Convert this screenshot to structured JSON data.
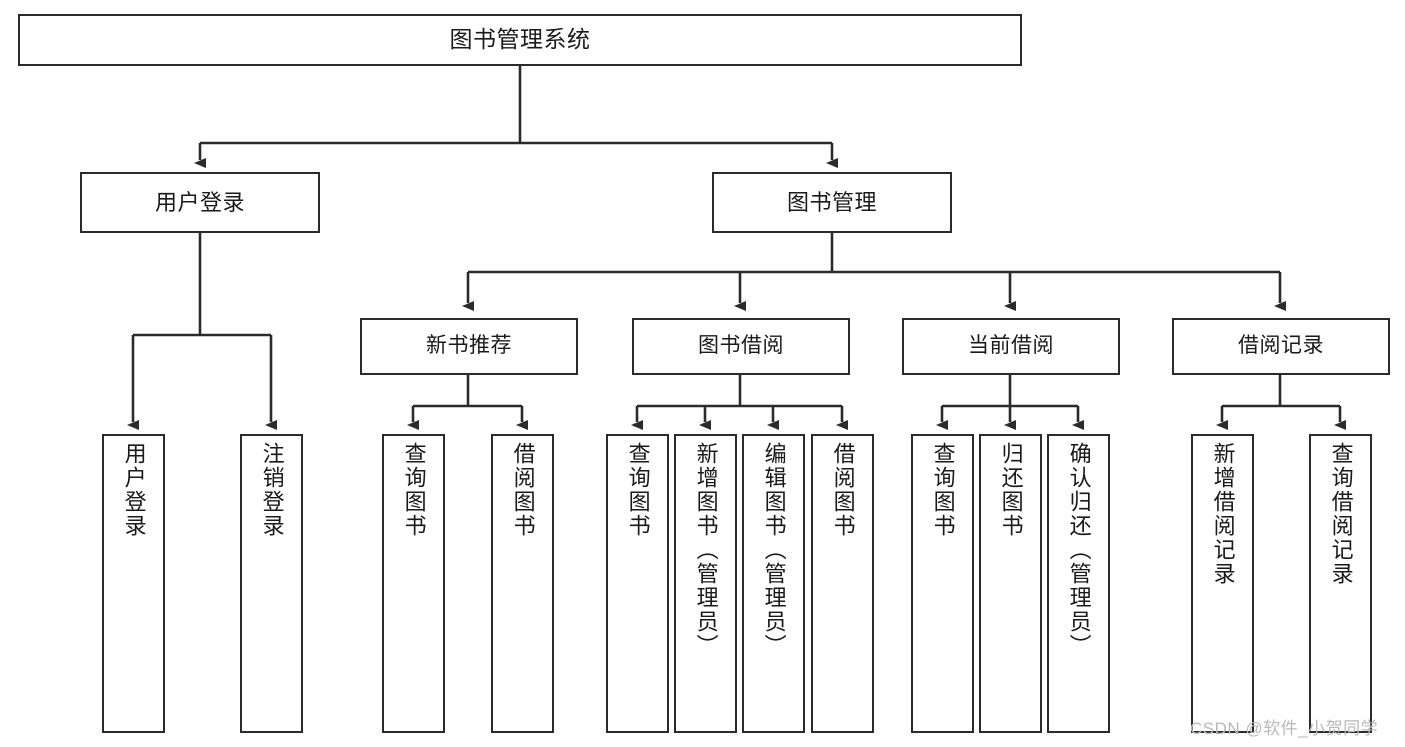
{
  "diagram": {
    "title": "图书管理系统",
    "type": "tree-hierarchy",
    "watermark": "CSDN @软件_小贺同学",
    "colors": {
      "stroke": "#2b2b2b",
      "fill": "#ffffff",
      "text": "#1a1a1a",
      "watermark": "#b9b9b9"
    },
    "root": {
      "label": "图书管理系统"
    },
    "level2": [
      {
        "label": "用户登录"
      },
      {
        "label": "图书管理"
      }
    ],
    "level3": [
      {
        "label": "新书推荐"
      },
      {
        "label": "图书借阅"
      },
      {
        "label": "当前借阅"
      },
      {
        "label": "借阅记录"
      }
    ],
    "leaves": [
      {
        "label": "用户登录",
        "parent": "用户登录"
      },
      {
        "label": "注销登录",
        "parent": "用户登录"
      },
      {
        "label": "查询图书",
        "parent": "新书推荐"
      },
      {
        "label": "借阅图书",
        "parent": "新书推荐"
      },
      {
        "label": "查询图书",
        "parent": "图书借阅"
      },
      {
        "label": "新增图书（管理员）",
        "parent": "图书借阅"
      },
      {
        "label": "编辑图书（管理员）",
        "parent": "图书借阅"
      },
      {
        "label": "借阅图书",
        "parent": "图书借阅"
      },
      {
        "label": "查询图书",
        "parent": "当前借阅"
      },
      {
        "label": "归还图书",
        "parent": "当前借阅"
      },
      {
        "label": "确认归还（管理员）",
        "parent": "当前借阅"
      },
      {
        "label": "新增借阅记录",
        "parent": "借阅记录"
      },
      {
        "label": "查询借阅记录",
        "parent": "借阅记录"
      }
    ]
  }
}
